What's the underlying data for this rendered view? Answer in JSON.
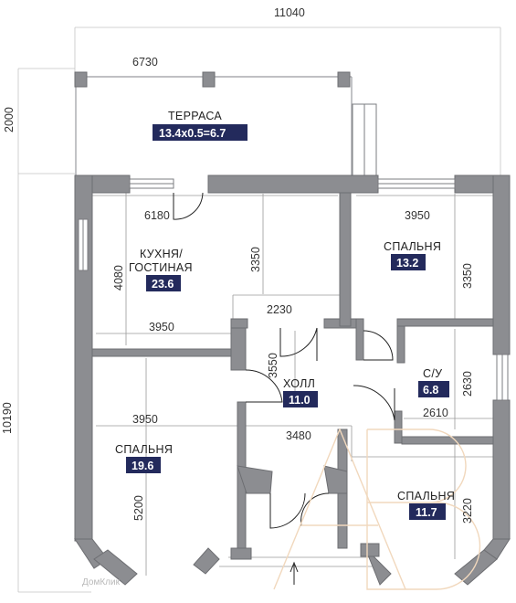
{
  "dimensions": {
    "overall_width": "11040",
    "terrace_width": "6730",
    "terrace_depth": "2000",
    "overall_depth": "10190",
    "kitchen_width": "6180",
    "kitchen_depth": "4080",
    "kitchen_inner": "3350",
    "kitchen_bottom": "3950",
    "bedroom_ne_width": "3950",
    "bedroom_ne_depth": "3350",
    "hall_width": "2230",
    "hall_depth": "3550",
    "bath_depth": "2630",
    "bath_width": "2610",
    "bedroom_sw_width": "3950",
    "bedroom_sw_depth": "5200",
    "mid_width": "3480",
    "bedroom_se_depth": "3220"
  },
  "rooms": {
    "terrace": {
      "name": "ТЕРРАСА",
      "area": "13.4x0.5=6.7"
    },
    "kitchen": {
      "name_line1": "КУХНЯ/",
      "name_line2": "ГОСТИНАЯ",
      "area": "23.6"
    },
    "bedroom_ne": {
      "name": "СПАЛЬНЯ",
      "area": "13.2"
    },
    "hall": {
      "name": "ХОЛЛ",
      "area": "11.0"
    },
    "bathroom": {
      "name": "С/У",
      "area": "6.8"
    },
    "bedroom_sw": {
      "name": "СПАЛЬНЯ",
      "area": "19.6"
    },
    "bedroom_se": {
      "name": "СПАЛЬНЯ",
      "area": "11.7"
    }
  },
  "watermark": {
    "text": "ДомКлик"
  },
  "colors": {
    "badge": "#232a5c",
    "wall": "#8c8d91",
    "watermark": "#f1d8bd"
  }
}
